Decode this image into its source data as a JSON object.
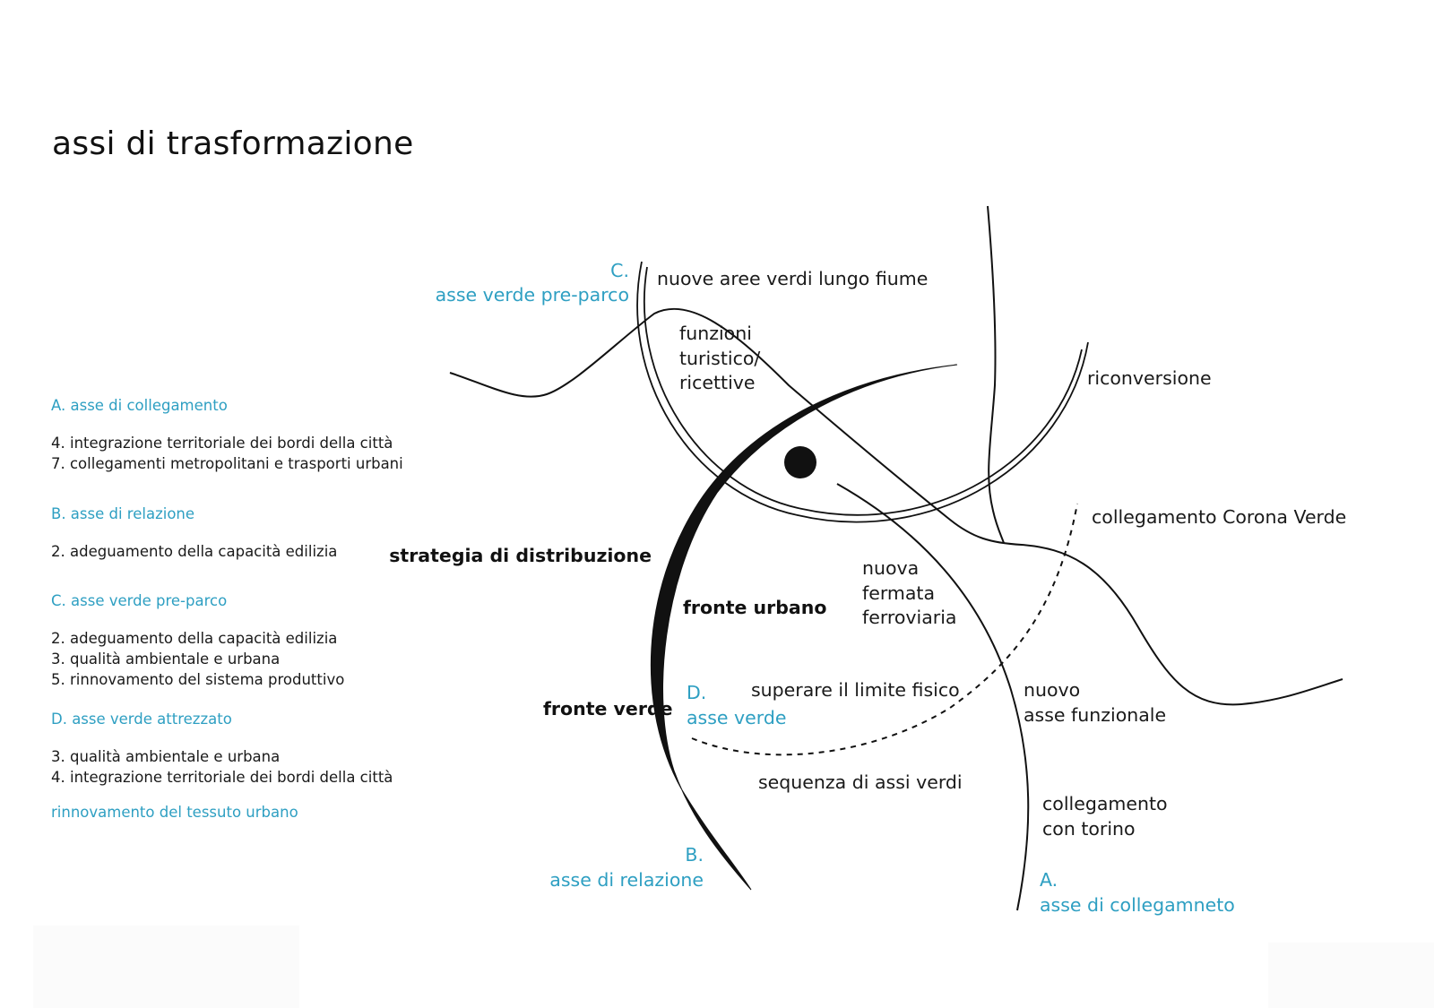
{
  "title": "assi di trasformazione",
  "legend": [
    {
      "head": "A. asse di collegamento",
      "items": [
        "4. integrazione territoriale dei bordi della città",
        "7. collegamenti metropolitani e trasporti urbani"
      ]
    },
    {
      "head": "B. asse di relazione",
      "items": [
        "2. adeguamento della capacità edilizia"
      ]
    },
    {
      "head": "C. asse verde pre-parco",
      "items": [
        "2. adeguamento della capacità edilizia",
        "3. qualità ambientale e urbana",
        "5. rinnovamento del sistema produttivo"
      ]
    },
    {
      "head": "D. asse verde attrezzato",
      "items": [
        "3. qualità ambientale e urbana",
        "4. integrazione territoriale dei bordi della città"
      ]
    },
    {
      "head": "rinnovamento del tessuto urbano",
      "items": []
    }
  ],
  "labels": {
    "c_code": "C.",
    "c_name": "asse verde pre-parco",
    "nuove_aree": "nuove aree verdi lungo fiume",
    "funzioni": [
      "funzioni",
      "turistico/",
      "ricettive"
    ],
    "riconversione": "riconversione",
    "corona_verde": "collegamento Corona Verde",
    "strategia": "strategia di distribuzione",
    "fronte_urbano": "fronte urbano",
    "fermata": [
      "nuova",
      "fermata",
      "ferroviaria"
    ],
    "fronte_verde": "fronte verde",
    "d_code": "D.",
    "d_name": "asse verde",
    "superare": "superare il limite fisico",
    "asse_funzionale": [
      "nuovo",
      "asse funzionale"
    ],
    "sequenza": "sequenza di assi verdi",
    "collegamento_torino": [
      "collegamento",
      "con torino"
    ],
    "b_code": "B.",
    "b_name": "asse di relazione",
    "a_code": "A.",
    "a_name": "asse di collegamneto"
  },
  "colors": {
    "accent": "#2e9fc2",
    "ink": "#111111"
  }
}
